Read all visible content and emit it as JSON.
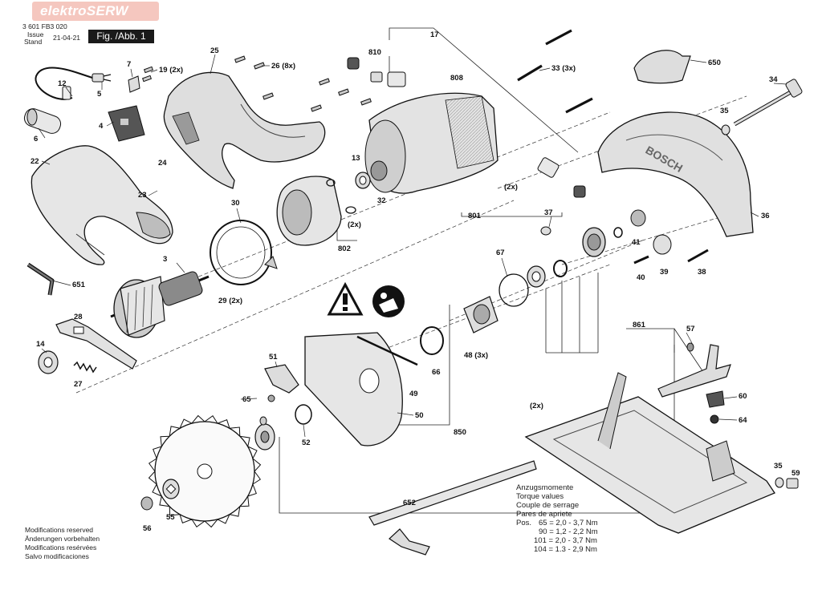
{
  "header": {
    "doc_number": "3 601 FB3 020",
    "issue_label": "Issue",
    "stand_label": "Stand",
    "issue_date": "21-04-21",
    "figure_label": "Fig. /Abb. 1",
    "watermark": "elektroSERW"
  },
  "notes": {
    "modifications": [
      "Modifications reserved",
      "Änderungen vorbehalten",
      "Modifications resérvées",
      "Salvo modificaciones"
    ]
  },
  "torque": {
    "titles": [
      "Anzugsmomente",
      "Torque values",
      "Couple de serrage",
      "Pares de apriete"
    ],
    "pos_label": "Pos.",
    "rows": [
      "65 = 2,0 - 3,7 Nm",
      "90 = 1,2 - 2,2 Nm",
      "101 = 2,0 - 3,7 Nm",
      "104 = 1.3 - 2,9 Nm"
    ]
  },
  "parts": [
    {
      "id": "p12",
      "label": "12"
    },
    {
      "id": "p7",
      "label": "7"
    },
    {
      "id": "p19",
      "label": "19 (2x)"
    },
    {
      "id": "p25",
      "label": "25"
    },
    {
      "id": "p26",
      "label": "26 (8x)"
    },
    {
      "id": "p810",
      "label": "810"
    },
    {
      "id": "p17",
      "label": "17"
    },
    {
      "id": "p33",
      "label": "33 (3x)"
    },
    {
      "id": "p650",
      "label": "650"
    },
    {
      "id": "p34",
      "label": "34"
    },
    {
      "id": "p5",
      "label": "5"
    },
    {
      "id": "p4",
      "label": "4"
    },
    {
      "id": "p808",
      "label": "808"
    },
    {
      "id": "p35a",
      "label": "35"
    },
    {
      "id": "p6",
      "label": "6"
    },
    {
      "id": "p22",
      "label": "22"
    },
    {
      "id": "p24",
      "label": "24"
    },
    {
      "id": "p13",
      "label": "13"
    },
    {
      "id": "p23",
      "label": "23"
    },
    {
      "id": "p30",
      "label": "30"
    },
    {
      "id": "p32",
      "label": "32"
    },
    {
      "id": "p2x_801",
      "label": "(2x)"
    },
    {
      "id": "p801",
      "label": "801"
    },
    {
      "id": "p36",
      "label": "36"
    },
    {
      "id": "p37",
      "label": "37"
    },
    {
      "id": "p41",
      "label": "41"
    },
    {
      "id": "p2x_802",
      "label": "(2x)"
    },
    {
      "id": "p802",
      "label": "802"
    },
    {
      "id": "p3",
      "label": "3"
    },
    {
      "id": "p651",
      "label": "651"
    },
    {
      "id": "p67",
      "label": "67"
    },
    {
      "id": "p40",
      "label": "40"
    },
    {
      "id": "p39",
      "label": "39"
    },
    {
      "id": "p38",
      "label": "38"
    },
    {
      "id": "p29",
      "label": "29 (2x)"
    },
    {
      "id": "p28",
      "label": "28"
    },
    {
      "id": "p861",
      "label": "861"
    },
    {
      "id": "p57",
      "label": "57"
    },
    {
      "id": "p14",
      "label": "14"
    },
    {
      "id": "p51",
      "label": "51"
    },
    {
      "id": "p48",
      "label": "48 (3x)"
    },
    {
      "id": "p66",
      "label": "66"
    },
    {
      "id": "p27",
      "label": "27"
    },
    {
      "id": "p49",
      "label": "49"
    },
    {
      "id": "p60",
      "label": "60"
    },
    {
      "id": "p65",
      "label": "65"
    },
    {
      "id": "p2x_base",
      "label": "(2x)"
    },
    {
      "id": "p64",
      "label": "64"
    },
    {
      "id": "p50",
      "label": "50"
    },
    {
      "id": "p52",
      "label": "52"
    },
    {
      "id": "p850",
      "label": "850"
    },
    {
      "id": "p35b",
      "label": "35"
    },
    {
      "id": "p59",
      "label": "59"
    },
    {
      "id": "p652",
      "label": "652"
    },
    {
      "id": "p56",
      "label": "56"
    },
    {
      "id": "p55",
      "label": "55"
    }
  ],
  "symbols": {
    "bosch_logo": "BOSCH"
  },
  "colors": {
    "ink": "#111111",
    "part_fill": "#e6e6e6",
    "part_mid": "#bdbdbd",
    "part_dark": "#555555",
    "watermark_bg": "#f4c2b9"
  }
}
